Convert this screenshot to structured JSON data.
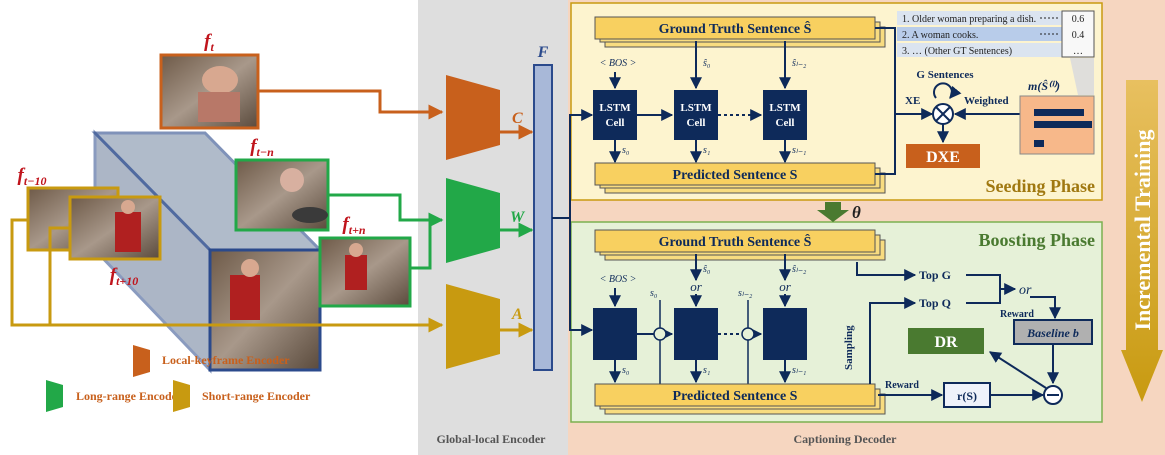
{
  "frames": {
    "ft": "f",
    "ft_sub": "t",
    "ftn": "f",
    "ftn_sub": "t−n",
    "ftpn": "f",
    "ftpn_sub": "t+n",
    "ftm10": "f",
    "ftm10_sub": "t−10",
    "ftp10": "f",
    "ftp10_sub": "t+10"
  },
  "encoders": {
    "c_label": "C",
    "w_label": "W",
    "a_label": "A",
    "f_label": "F",
    "global_local": "Global-local Encoder",
    "captioning_decoder": "Captioning Decoder"
  },
  "legend": {
    "local": "Local-keyframe Encoder",
    "long": "Long-range Encoder",
    "short": "Short-range Encoder"
  },
  "seeding": {
    "gt_sentence": "Ground Truth Sentence Ŝ",
    "pred_sentence": "Predicted Sentence S",
    "bos": "< BOS >",
    "s_hat_0": "ŝ₀",
    "s_hat_l2": "ŝₗ₋₂",
    "s0": "s₀",
    "s1": "s₁",
    "sl1": "sₗ₋₁",
    "lstm": "LSTM",
    "cell": "Cell",
    "gt_list": [
      "1. Older woman preparing a dish.",
      "2. A woman cooks.",
      "3. … (Other GT Sentences)"
    ],
    "gt_scores": [
      "0.6",
      "0.4",
      "…"
    ],
    "g_sentences": "G Sentences",
    "xe": "XE",
    "weighted": "Weighted",
    "m_label": "m(Ŝ⁽ⁱ⁾)",
    "dxe": "DXE",
    "phase": "Seeding Phase"
  },
  "theta": "θ",
  "boosting": {
    "gt_sentence": "Ground Truth Sentence Ŝ",
    "pred_sentence": "Predicted Sentence S",
    "bos": "< BOS >",
    "s_hat_0": "ŝ₀",
    "s_hat_l2": "ŝₗ₋₂",
    "s0_top": "s₀",
    "sl2_top": "sₗ₋₂",
    "or1": "or",
    "or2": "or",
    "or3": "or",
    "s0": "s₀",
    "s1": "s₁",
    "sl1": "sₗ₋₁",
    "top_g": "Top G",
    "top_q": "Top Q",
    "sampling": "Sampling",
    "reward1": "Reward",
    "reward2": "Reward",
    "baseline": "Baseline b",
    "r_s": "r(S)",
    "dr": "DR",
    "phase": "Boosting Phase"
  },
  "incremental": "Incremental Training",
  "colors": {
    "local": "#c8601c",
    "long": "#22a848",
    "short": "#c89a10",
    "navy": "#0e2a5a",
    "blue_line": "#2b4a8c",
    "seeding_bg": "#fdf4cf",
    "boosting_bg": "#e6f1d8",
    "encoder_bg": "#dedede",
    "decoder_bg": "#f6d6c0",
    "frame_red": "#c0141c"
  }
}
